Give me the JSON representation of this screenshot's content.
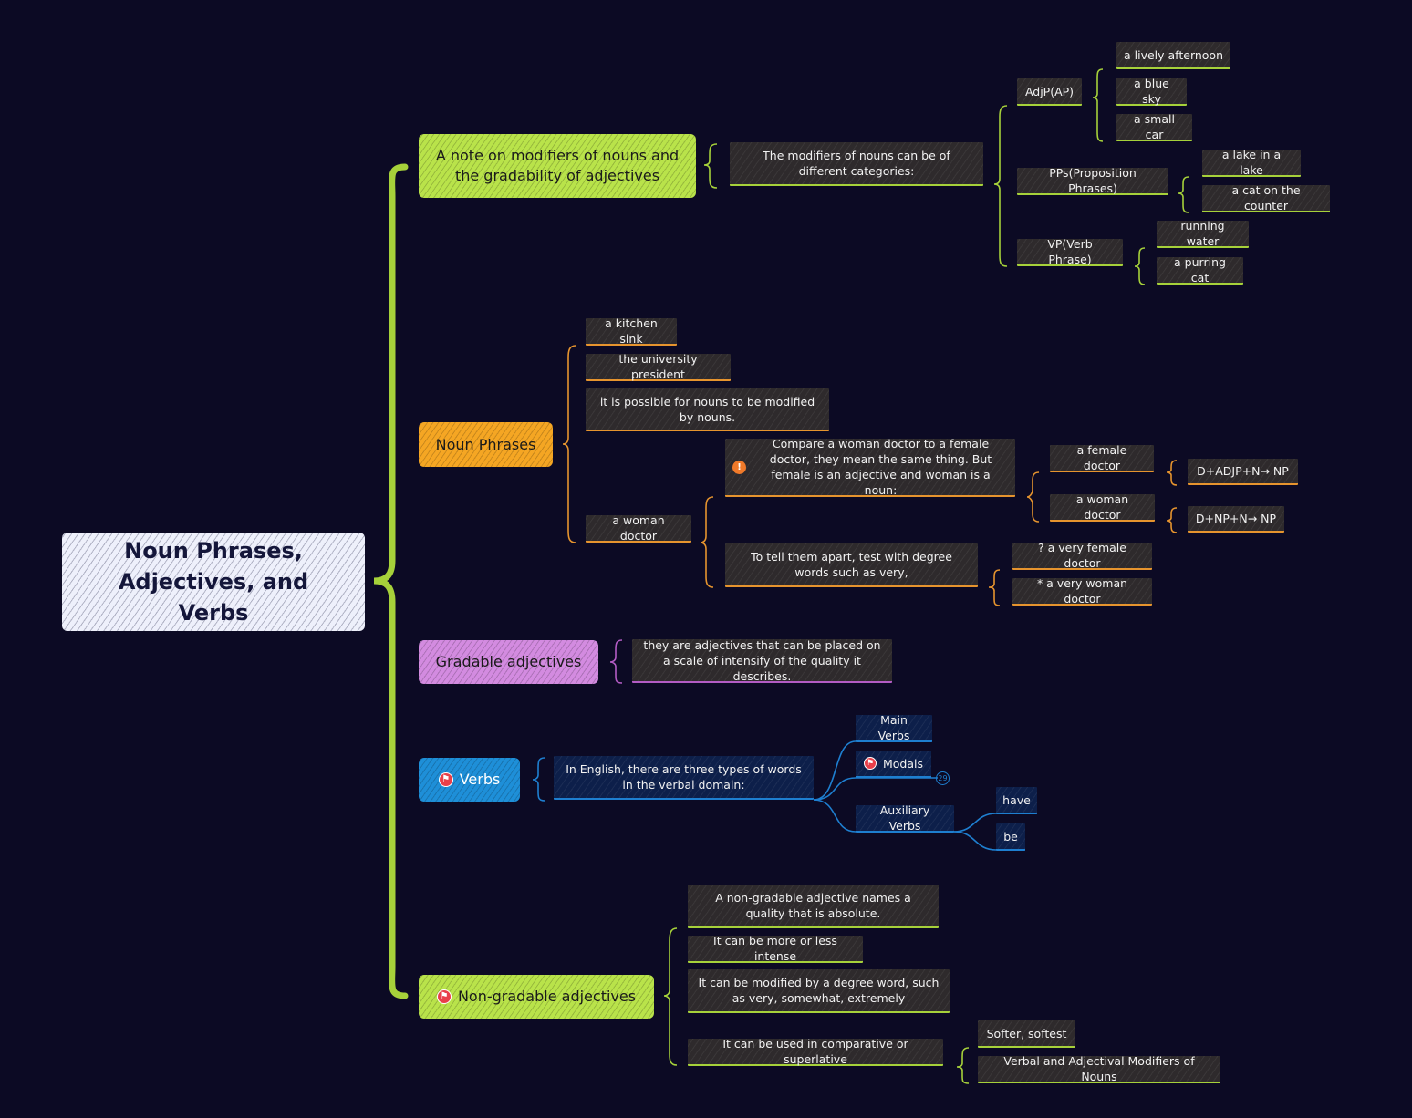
{
  "root": {
    "title": "Noun Phrases, Adjectives, and Verbs"
  },
  "colors": {
    "background": "#0c0a24",
    "lime": "#a6d13a",
    "orange": "#e6942e",
    "purple": "#b35cc4",
    "blue": "#1e7fd0",
    "root_fill": "#eef0fb"
  },
  "icons": {
    "flag": "flag-icon",
    "warning": "warning-icon"
  },
  "branches": {
    "modifiers": {
      "label": "A note on modifiers of nouns and the gradability of adjectives",
      "intro": "The modifiers of nouns can be of different categories:",
      "adjp": {
        "label": "AdjP(AP)",
        "examples": [
          "a lively afternoon",
          "a blue sky",
          "a small car"
        ]
      },
      "pps": {
        "label": "PPs(Proposition Phrases)",
        "examples": [
          "a lake in a lake",
          "a cat on the counter"
        ]
      },
      "vp": {
        "label": "VP(Verb Phrase)",
        "examples": [
          "running water",
          "a purring cat"
        ]
      }
    },
    "noun_phrases": {
      "label": "Noun Phrases",
      "items": [
        "a kitchen sink",
        "the university president",
        "it is possible for nouns to be modified by nouns."
      ],
      "woman_doctor": {
        "label": "a woman doctor",
        "compare": "Compare a woman doctor to a female doctor, they mean the same thing. But female is an adjective and woman is a noun:",
        "female_doctor": "a female doctor",
        "female_formula": "D+ADJP+N→ NP",
        "woman_doctor": "a woman doctor",
        "woman_formula": "D+NP+N→ NP",
        "test": "To tell them apart, test with degree words such as very,",
        "test_examples": [
          "? a very female doctor",
          "* a very woman doctor"
        ]
      }
    },
    "gradable": {
      "label": "Gradable adjectives",
      "definition": "they are adjectives that can be placed on a scale of intensify of the quality it describes."
    },
    "verbs": {
      "label": "Verbs",
      "intro": "In English, there are three types of words in the verbal domain:",
      "main": "Main Verbs",
      "modals": "Modals",
      "modals_badge": "29",
      "auxiliary": "Auxiliary Verbs",
      "aux_examples": [
        "have",
        "be"
      ]
    },
    "non_gradable": {
      "label": "Non-gradable adjectives",
      "items": [
        "A non-gradable adjective names a quality that is absolute.",
        "It can be more or less intense",
        "It can be modified by a degree word, such as very, somewhat, extremely",
        "It can be used in comparative or superlative"
      ],
      "comparative_examples": [
        "Softer, softest",
        "Verbal and Adjectival Modifiers of Nouns"
      ]
    }
  }
}
